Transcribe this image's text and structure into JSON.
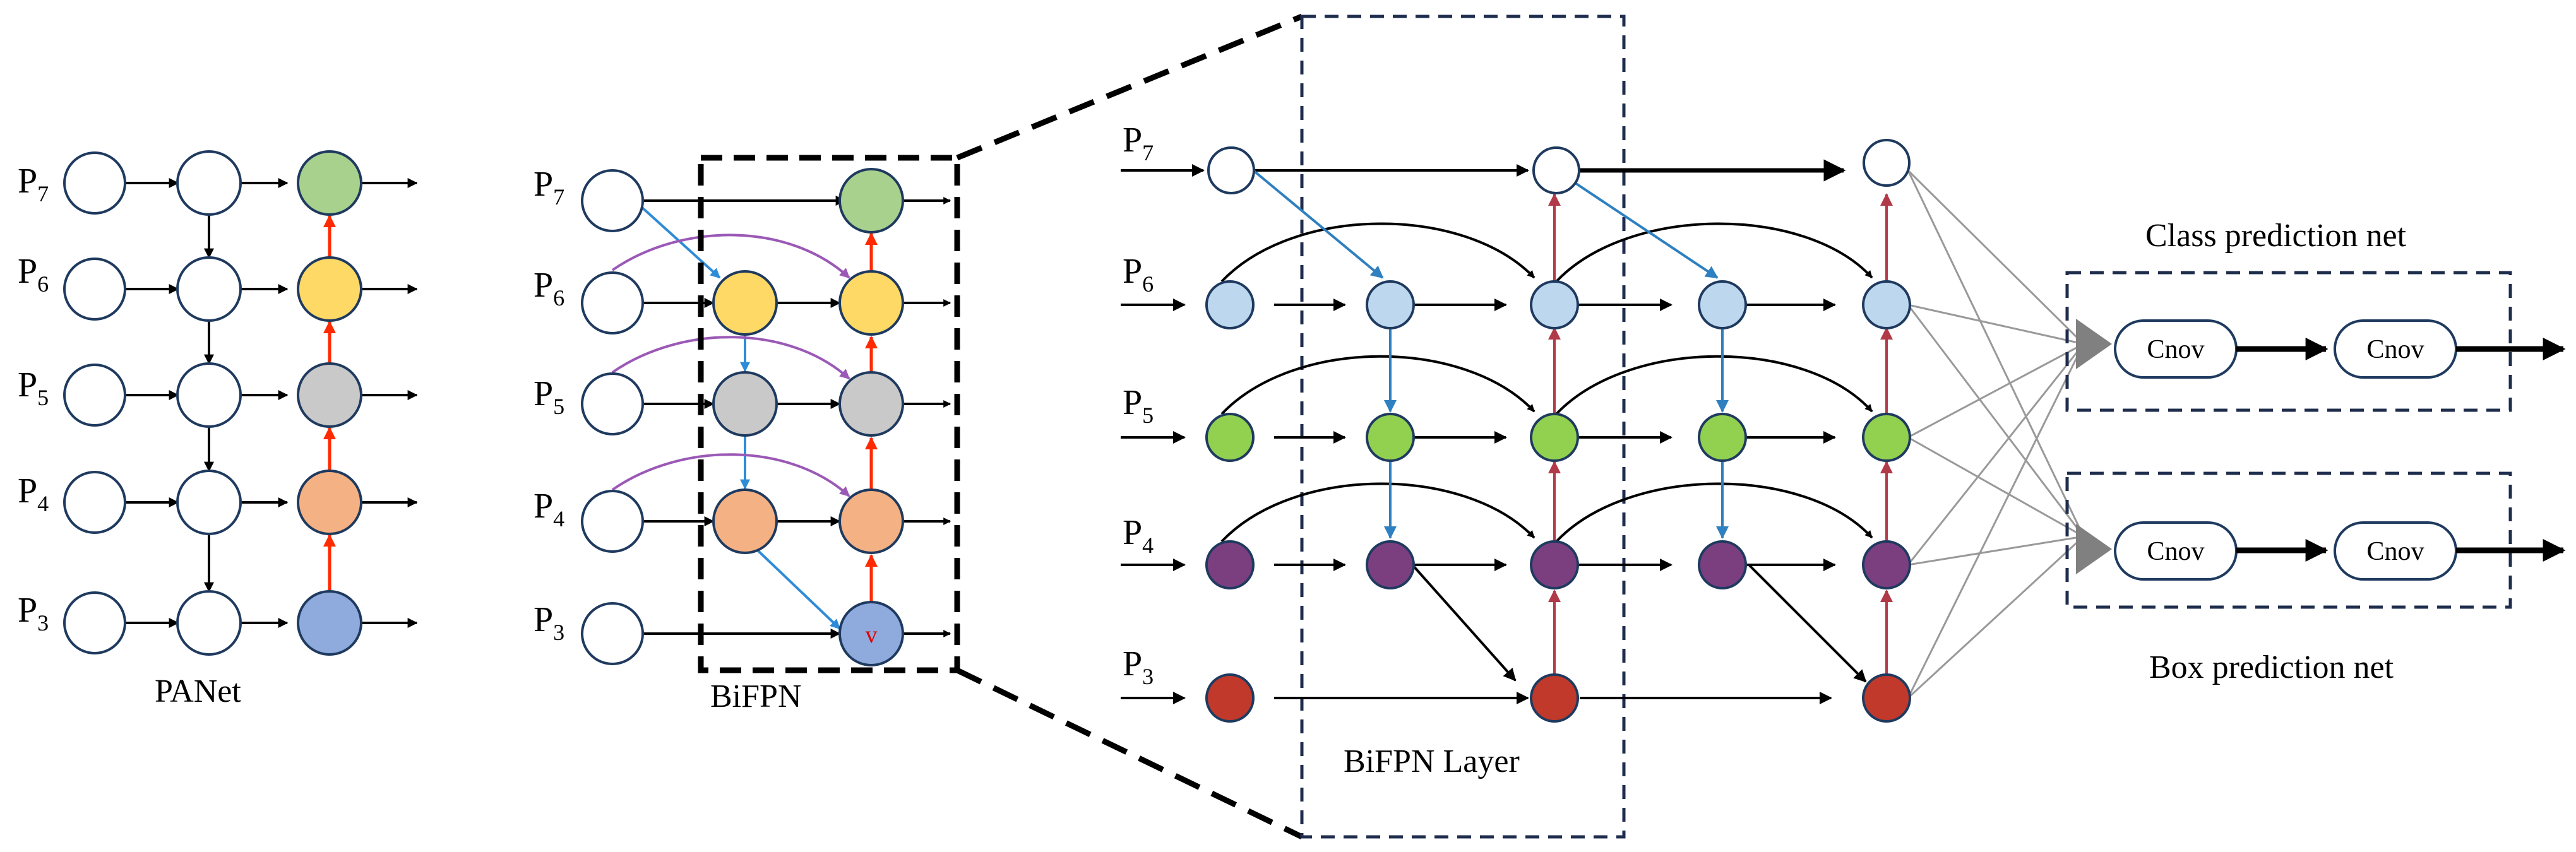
{
  "panels": {
    "panet": {
      "caption": "PANet"
    },
    "bifpn": {
      "caption": "BiFPN",
      "node_mark": "v"
    },
    "bifpn_layer": {
      "caption": "BiFPN Layer"
    }
  },
  "levels": [
    {
      "base": "P",
      "sub": "7"
    },
    {
      "base": "P",
      "sub": "6"
    },
    {
      "base": "P",
      "sub": "5"
    },
    {
      "base": "P",
      "sub": "4"
    },
    {
      "base": "P",
      "sub": "3"
    }
  ],
  "heads": {
    "class": {
      "title": "Class prediction net",
      "blocks": [
        "Cnov",
        "Cnov"
      ]
    },
    "box": {
      "title": "Box prediction net",
      "blocks": [
        "Cnov",
        "Cnov"
      ]
    }
  },
  "colors": {
    "p7": "#a9d18e",
    "p6": "#ffd966",
    "p5": "#c9c9c9",
    "p4": "#f4b183",
    "p3": "#8faadc",
    "layer_p6": "#bdd7ee",
    "layer_p5": "#92d050",
    "layer_p4": "#7b3f7f",
    "layer_p3": "#c0392b",
    "red_arrow": "#ff2a00",
    "blue_arrow": "#2e8bd8",
    "purple_arc": "#9b59b6",
    "dark_red_arrow": "#b03a48",
    "dash_navy": "#1f2d4d",
    "grey_line": "#999999",
    "node_stroke": "#1f3a5f"
  }
}
